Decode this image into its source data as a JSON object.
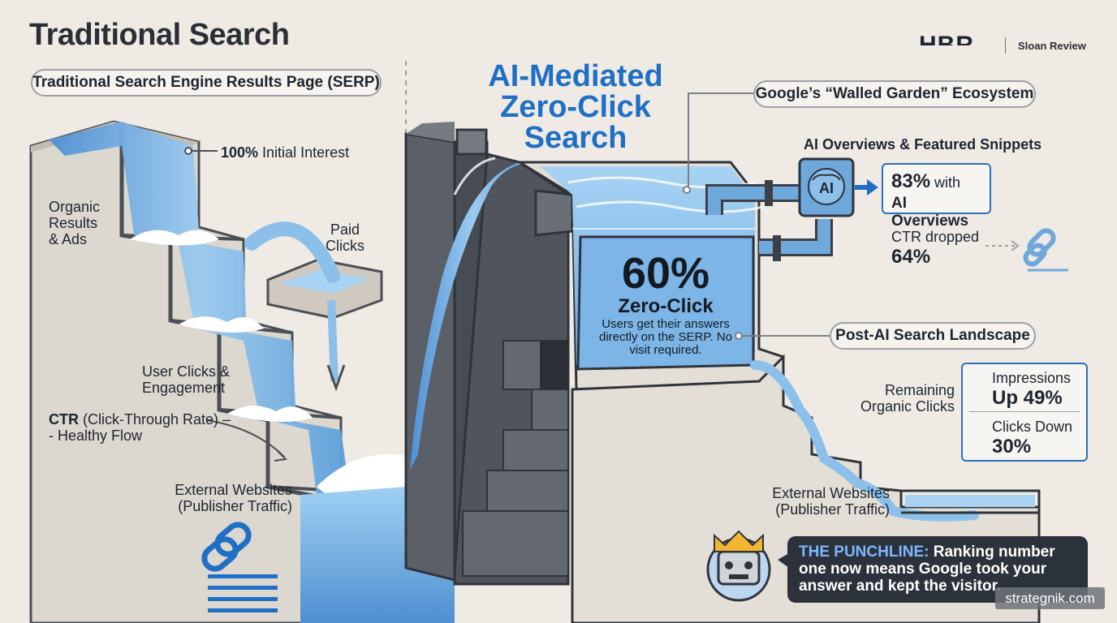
{
  "left_panel": {
    "title": "Traditional Search",
    "serp_pill": "Traditional Search Engine Results Page (SERP)",
    "initial_interest_pct": "100%",
    "initial_interest_text": " Initial Interest",
    "organic_results": "Organic\nResults\n& Ads",
    "paid_clicks": "Paid\nClicks",
    "user_clicks": "User Clicks &\nEngagement",
    "ctr_abbr": "CTR",
    "ctr_rest": " (Click-Through Rate) –",
    "ctr_line2": "- Healthy Flow",
    "external_websites": "External Websites",
    "publisher_traffic": "(Publisher Traffic)"
  },
  "brand": {
    "hbr": "HBR",
    "sloan": "Sloan Review"
  },
  "center_panel": {
    "title": "AI-Mediated\nZero-Click\nSearch",
    "zero_click_pct": "60%",
    "zero_click_label": "Zero-Click",
    "zero_click_desc": "Users get their answers directly on the SERP. No visit required."
  },
  "right_panel": {
    "garden_pill": "Google’s “Walled Garden” Ecosystem",
    "ai_overviews_heading": "AI Overviews & Featured Snippets",
    "ai_chip_label": "AI",
    "overview_pct": "83%",
    "overview_with": " with",
    "overview_label": "AI Overviews",
    "ctr_dropped_label": "CTR dropped",
    "ctr_dropped_value": "64%",
    "post_ai_pill": "Post-AI Search Landscape",
    "remaining_clicks": "Remaining\nOrganic Clicks",
    "impressions_label": "Impressions",
    "impressions_value": "Up 49%",
    "clicks_label": "Clicks Down",
    "clicks_value": "30%",
    "external_websites": "External Websites",
    "publisher_traffic": "(Publisher Traffic)"
  },
  "punchline": {
    "lead": "THE PUNCHLINE:",
    "text": " Ranking number one now means Google took your answer and kept the visitor."
  },
  "watermark": "strategnik.com",
  "colors": {
    "accent_blue": "#1f6fc5",
    "water": "#8cc0ea",
    "water_deep": "#5d9fd9",
    "stone_dark": "#3b4048",
    "stone_mid": "#5b6068",
    "background": "#efebe4",
    "punch_bg": "#2b323c",
    "punch_highlight": "#7fb7ff"
  },
  "icons": [
    "link-icon",
    "robot-king-icon",
    "ai-brain-chip-icon",
    "broken-link-icon",
    "arrow-up-icon",
    "arrow-down-icon",
    "arrow-right-icon"
  ]
}
